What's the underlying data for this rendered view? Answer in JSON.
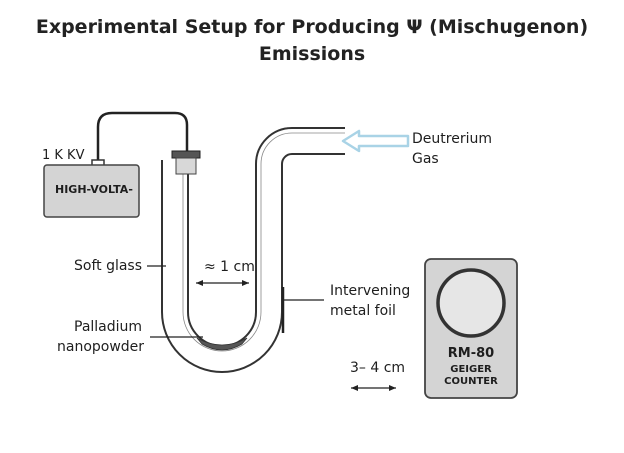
{
  "title": {
    "line1": "Experimental Setup for Producing Ψ (Mischugenon)",
    "line2": "Emissions"
  },
  "power_supply": {
    "voltage_label": "1 K KV",
    "box_label": "HIGH-VOLTA-"
  },
  "labels": {
    "gas_line1": "Deutrerium",
    "gas_line2": "Gas",
    "soft_glass": "Soft glass",
    "gap": "≈ 1 cm",
    "foil_line1": "Intervening",
    "foil_line2": "metal foil",
    "palladium_line1": "Palladium",
    "palladium_line2": "nanopowder",
    "distance": "3– 4 cm"
  },
  "counter": {
    "model": "RM-80",
    "line1": "GEIGER",
    "line2": "COUNTER"
  },
  "colors": {
    "gas_arrow": "#a9d3e6",
    "device_fill": "#d4d4d4",
    "line": "#222222"
  }
}
